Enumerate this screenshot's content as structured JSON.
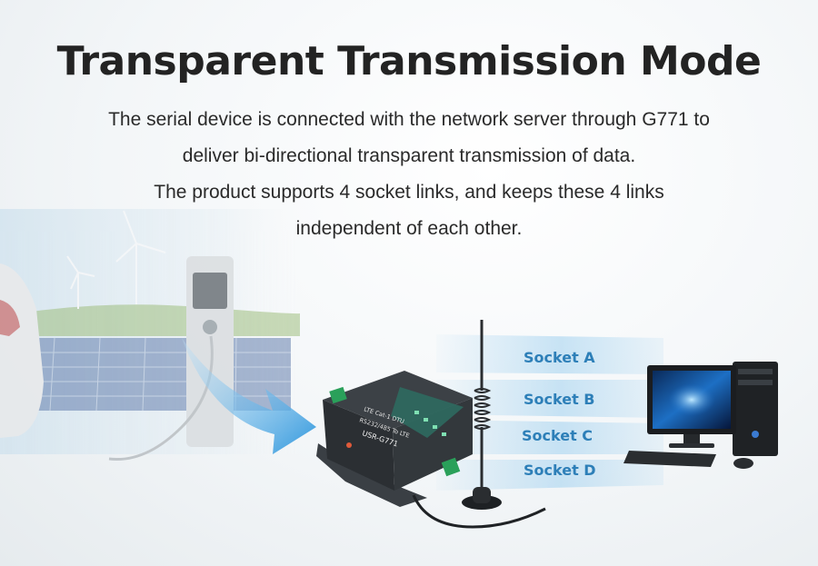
{
  "title": "Transparent Transmission Mode",
  "description": [
    "The serial device is connected with the network server through G771 to",
    "deliver bi-directional transparent transmission of data.",
    "The product supports 4 socket links, and keeps these 4 links",
    "independent of each other."
  ],
  "device": {
    "line1": "LTE Cat-1 DTU",
    "line2": "RS232/485 To LTE",
    "model": "USR-G771"
  },
  "sockets": [
    "Socket A",
    "Socket B",
    "Socket C",
    "Socket D"
  ],
  "colors": {
    "title": "#232323",
    "socket_text": "#2d7fb8",
    "beam": "#9fd0ef",
    "arrow": "#3a9ee0",
    "device": "#2e3236"
  }
}
